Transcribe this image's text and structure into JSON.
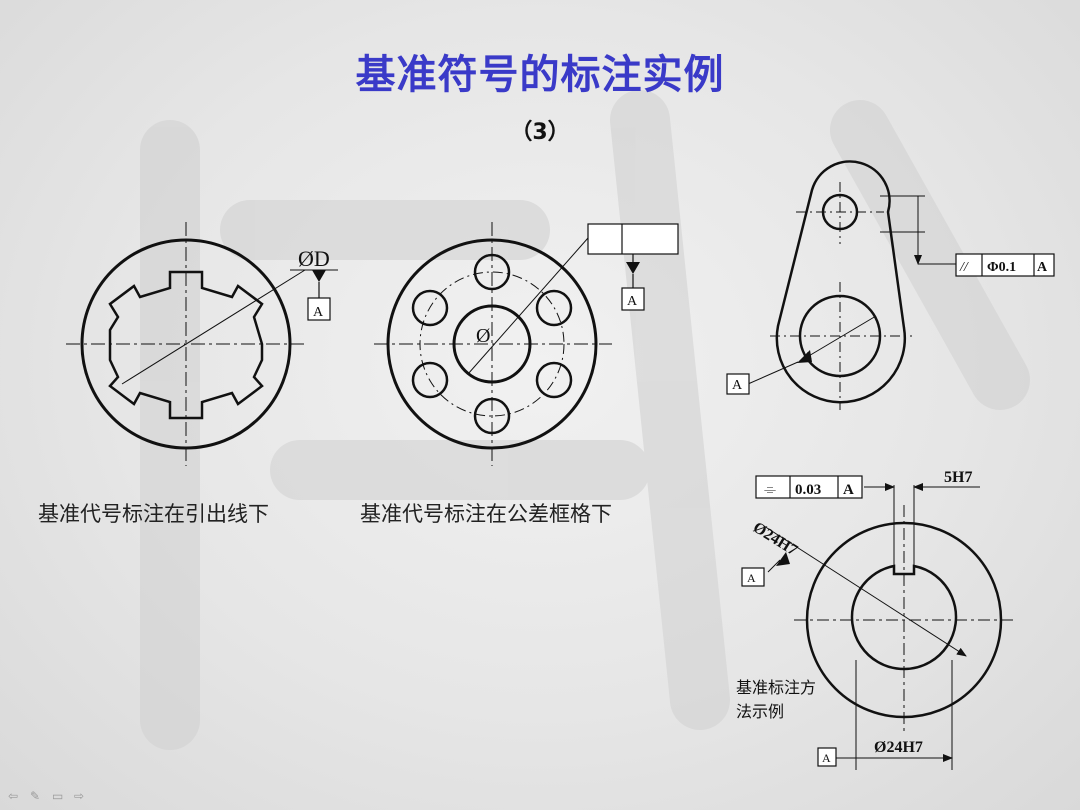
{
  "slide": {
    "title": "基准符号的标注实例",
    "subtitle": "（3）"
  },
  "captions": {
    "left": "基准代号标注在引出线下",
    "middle": "基准代号标注在公差框格下"
  },
  "figure1": {
    "dim_label": "ØD",
    "datum_letter": "A"
  },
  "figure2": {
    "dim_label": "Ø",
    "datum_letter": "A"
  },
  "figure3": {
    "tolerance_symbol": "//",
    "tolerance_value": "Φ0.1",
    "tolerance_datum": "A",
    "datum_letter": "A"
  },
  "figure4": {
    "tolerance_symbol": "⌯",
    "tolerance_value": "0.03",
    "tolerance_datum": "A",
    "keyway_label": "5H7",
    "bore_label": "Ø24H7",
    "bore_datum_letter": "A",
    "bottom_dim_label": "Ø24H7",
    "bottom_datum_letter": "A",
    "note": "基准标注方法示例"
  },
  "nav": {
    "icons": [
      "prev-icon",
      "pen-icon",
      "menu-icon",
      "next-icon"
    ]
  }
}
